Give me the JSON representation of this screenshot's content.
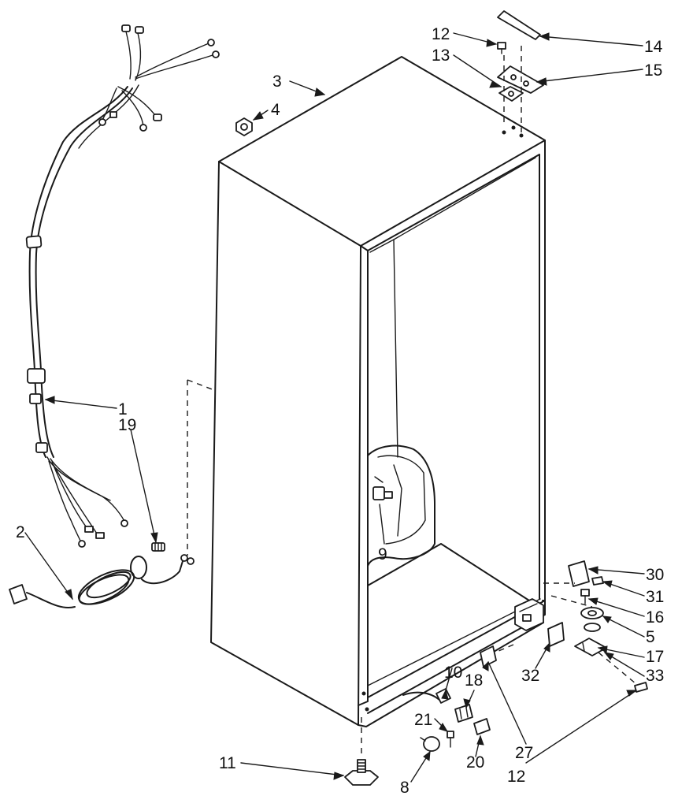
{
  "callouts": [
    {
      "id": "c1",
      "text": "1"
    },
    {
      "id": "c2",
      "text": "2"
    },
    {
      "id": "c3",
      "text": "3"
    },
    {
      "id": "c4",
      "text": "4"
    },
    {
      "id": "c5",
      "text": "5"
    },
    {
      "id": "c8",
      "text": "8"
    },
    {
      "id": "c9",
      "text": "9"
    },
    {
      "id": "c10",
      "text": "10"
    },
    {
      "id": "c11",
      "text": "11"
    },
    {
      "id": "c12a",
      "text": "12"
    },
    {
      "id": "c12b",
      "text": "12"
    },
    {
      "id": "c13",
      "text": "13"
    },
    {
      "id": "c14",
      "text": "14"
    },
    {
      "id": "c15",
      "text": "15"
    },
    {
      "id": "c16",
      "text": "16"
    },
    {
      "id": "c17",
      "text": "17"
    },
    {
      "id": "c18",
      "text": "18"
    },
    {
      "id": "c19",
      "text": "19"
    },
    {
      "id": "c20",
      "text": "20"
    },
    {
      "id": "c21",
      "text": "21"
    },
    {
      "id": "c27",
      "text": "27"
    },
    {
      "id": "c30",
      "text": "30"
    },
    {
      "id": "c31",
      "text": "31"
    },
    {
      "id": "c32",
      "text": "32"
    },
    {
      "id": "c33",
      "text": "33"
    }
  ],
  "colors": {
    "ink": "#1a1a1a",
    "background": "#ffffff"
  }
}
